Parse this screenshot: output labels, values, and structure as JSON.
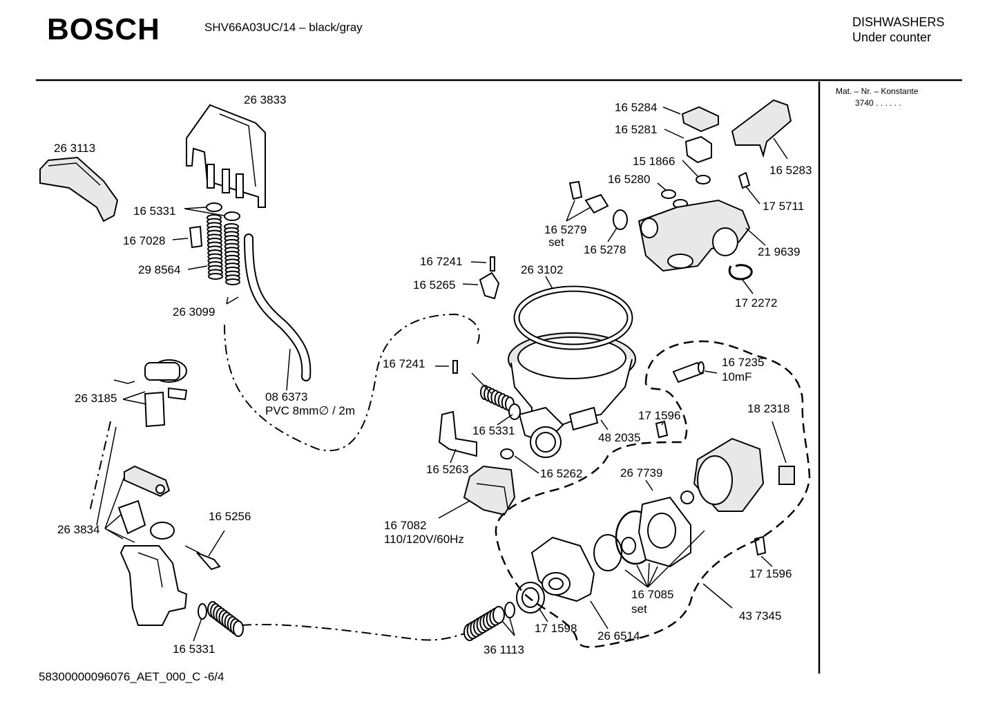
{
  "header": {
    "brand": "BOSCH",
    "model": "SHV66A03UC/14 – black/gray",
    "category_line1": "DISHWASHERS",
    "category_line2": "Under counter"
  },
  "sidebar": {
    "mat_label": "Mat. – Nr. – Konstante",
    "mat_value": "3740  .  .    .  .  .  ."
  },
  "footer": {
    "doc_id": "58300000096076_AET_000_C   -6/4"
  },
  "labels": [
    {
      "id": "263833",
      "text": "26 3833"
    },
    {
      "id": "263113",
      "text": "26 3113"
    },
    {
      "id": "165331a",
      "text": "16 5331"
    },
    {
      "id": "167028",
      "text": "16 7028"
    },
    {
      "id": "298564",
      "text": "29 8564"
    },
    {
      "id": "263099",
      "text": "26 3099"
    },
    {
      "id": "086373",
      "text": "08 6373"
    },
    {
      "id": "pvc",
      "text": "PVC 8mm∅ / 2m"
    },
    {
      "id": "263185",
      "text": "26 3185"
    },
    {
      "id": "263834",
      "text": "26 3834"
    },
    {
      "id": "165256",
      "text": "16 5256"
    },
    {
      "id": "165331c",
      "text": "16 5331"
    },
    {
      "id": "167241a",
      "text": "16 7241"
    },
    {
      "id": "165265",
      "text": "16 5265"
    },
    {
      "id": "263102",
      "text": "26 3102"
    },
    {
      "id": "167241b",
      "text": "16 7241"
    },
    {
      "id": "165331b",
      "text": "16 5331"
    },
    {
      "id": "482035",
      "text": "48 2035"
    },
    {
      "id": "165263",
      "text": "16 5263"
    },
    {
      "id": "165262",
      "text": "16 5262"
    },
    {
      "id": "167082",
      "text": "16 7082"
    },
    {
      "id": "volt",
      "text": "110/120V/60Hz"
    },
    {
      "id": "361113",
      "text": "36 1113"
    },
    {
      "id": "171598",
      "text": "17 1598"
    },
    {
      "id": "266514",
      "text": "26 6514"
    },
    {
      "id": "167085",
      "text": "16 7085"
    },
    {
      "id": "set2",
      "text": "set"
    },
    {
      "id": "267739",
      "text": "26 7739"
    },
    {
      "id": "171596a",
      "text": "17 1596"
    },
    {
      "id": "167235",
      "text": "16 7235"
    },
    {
      "id": "cap",
      "text": "10mF"
    },
    {
      "id": "182318",
      "text": "18 2318"
    },
    {
      "id": "171596b",
      "text": "17 1596"
    },
    {
      "id": "437345",
      "text": "43 7345"
    },
    {
      "id": "165284",
      "text": "16 5284"
    },
    {
      "id": "165281",
      "text": "16 5281"
    },
    {
      "id": "151866",
      "text": "15 1866"
    },
    {
      "id": "165280",
      "text": "16 5280"
    },
    {
      "id": "165283",
      "text": "16 5283"
    },
    {
      "id": "175711",
      "text": "17 5711"
    },
    {
      "id": "165279",
      "text": "16 5279"
    },
    {
      "id": "set1",
      "text": "set"
    },
    {
      "id": "165278",
      "text": "16 5278"
    },
    {
      "id": "219639",
      "text": "21 9639"
    },
    {
      "id": "172272",
      "text": "17 2272"
    }
  ]
}
